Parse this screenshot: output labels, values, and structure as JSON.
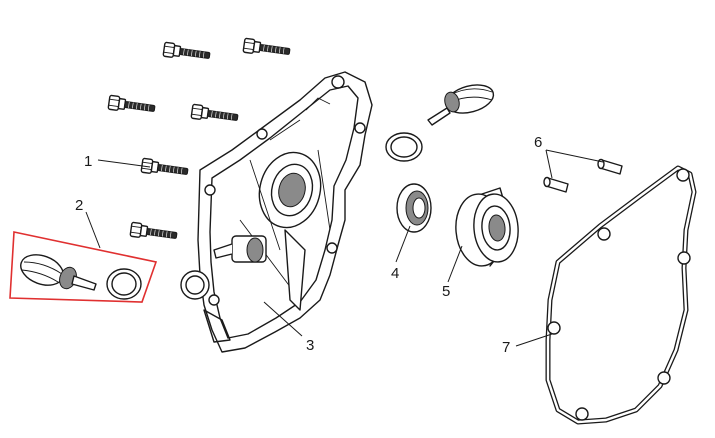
{
  "callouts": {
    "c1": "1",
    "c2": "2",
    "c3": "3",
    "c4": "4",
    "c5": "5",
    "c6": "6",
    "c7": "7"
  },
  "colors": {
    "ink": "#1a1a1a",
    "highlight_box": "#e03030",
    "background": "#ffffff"
  },
  "parts": [
    "bolt",
    "oil-plug-with-oring",
    "crankcase-cover",
    "oil-seal",
    "ball-bearing",
    "dowel-pin",
    "gasket"
  ]
}
